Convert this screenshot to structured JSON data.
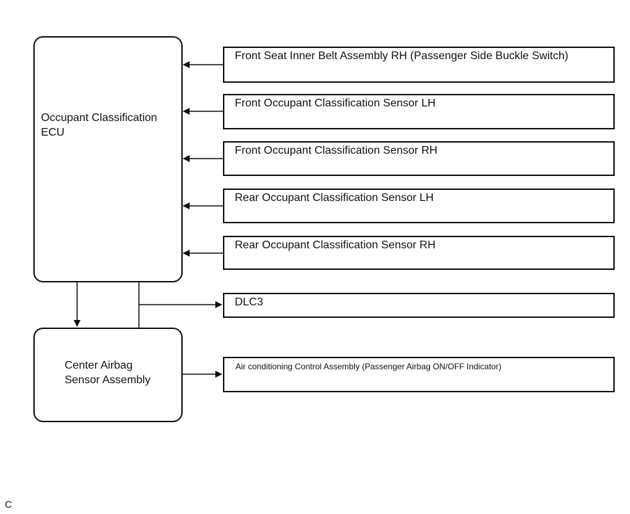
{
  "diagram": {
    "ecu": {
      "label": "Occupant Classification\nECU"
    },
    "airbag_sensor": {
      "label": "Center Airbag\nSensor Assembly"
    },
    "inputs": [
      {
        "label": "Front Seat Inner Belt Assembly RH (Passenger Side Buckle Switch)"
      },
      {
        "label": "Front Occupant Classification Sensor LH"
      },
      {
        "label": "Front Occupant Classification Sensor RH"
      },
      {
        "label": "Rear Occupant Classification Sensor LH"
      },
      {
        "label": "Rear Occupant Classification Sensor RH"
      }
    ],
    "dlc": {
      "label": "DLC3"
    },
    "ac_control": {
      "label": "Air conditioning Control Assembly (Passenger Airbag ON/OFF Indicator)"
    },
    "corner_code": "C"
  },
  "colors": {
    "stroke": "#111111",
    "background": "#ffffff"
  }
}
